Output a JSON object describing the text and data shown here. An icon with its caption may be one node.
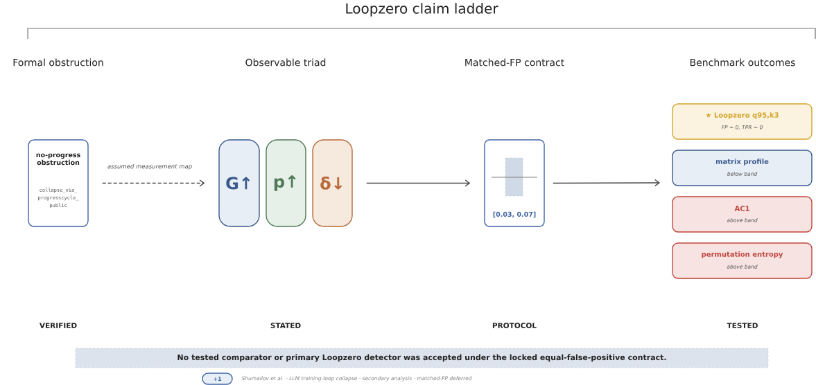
{
  "diagram": {
    "title": "Loopzero claim ladder",
    "nodes": [
      {
        "text": [
          "no-progress obstruction",
          "collapse_via_ progresscycle_ public"
        ]
      },
      {
        "text": [
          "G↑"
        ]
      },
      {
        "text": [
          "p↑"
        ]
      },
      {
        "text": [
          "δ↓"
        ]
      },
      {
        "text": [
          "[0.03, 0.07]"
        ]
      },
      {
        "text": [
          "★ Loopzero q95,k3",
          "FP = 0, TPR = 0"
        ]
      },
      {
        "text": [
          "matrix profile",
          "below band"
        ]
      },
      {
        "text": [
          "AC1",
          "above band"
        ]
      },
      {
        "text": [
          "permutation entropy",
          "above band"
        ]
      },
      {
        "text": [
          "No tested comparator or primary Loopzero detector was accepted under the locked equal-false-positive contract."
        ]
      },
      {
        "text": [
          "+1"
        ],
        "beside": [
          "Shumailov et al. · LLM training-loop collapse · secondary analysis · matched-FP deferred"
        ]
      }
    ],
    "edges": [
      {
        "from": 0,
        "to": 1,
        "arrow": "to",
        "style": "dashed",
        "label": "assumed measurement map"
      },
      {
        "from": 3,
        "to": 4,
        "arrow": "to"
      },
      {
        "from": 4,
        "to": null,
        "arrow": "to"
      }
    ],
    "labels": [
      "Formal obstruction",
      "Observable triad",
      "Matched-FP contract",
      "Benchmark outcomes",
      "VERIFIED",
      "STATED",
      "PROTOCOL",
      "TESTED"
    ]
  }
}
